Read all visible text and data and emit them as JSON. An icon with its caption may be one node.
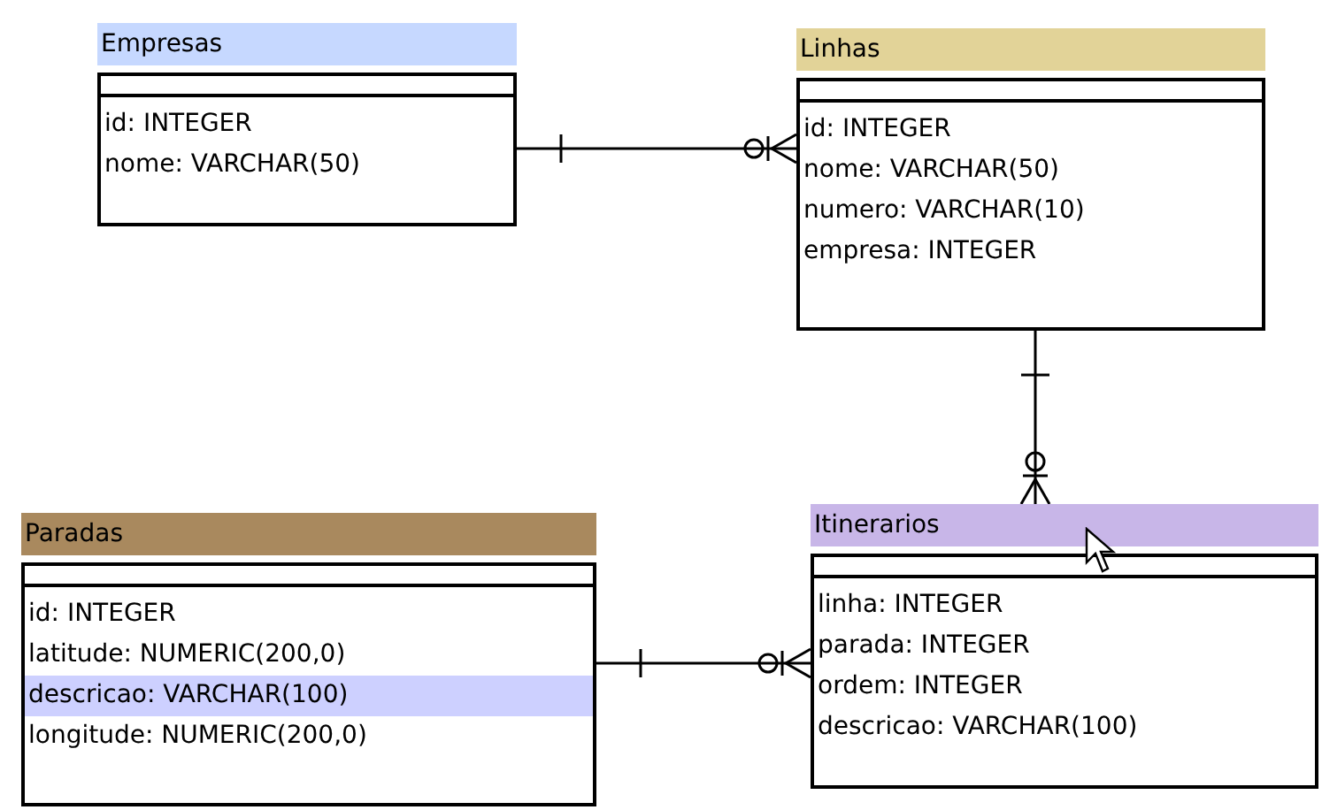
{
  "diagram": {
    "nodes": [
      {
        "text": [
          "Empresas",
          "id: INTEGER",
          "nome: VARCHAR(50)"
        ]
      },
      {
        "text": [
          "Linhas",
          "id: INTEGER",
          "nome: VARCHAR(50)",
          "numero: VARCHAR(10)",
          "empresa: INTEGER"
        ]
      },
      {
        "text": [
          "Paradas",
          "id: INTEGER",
          "latitude: NUMERIC(200,0)",
          "descricao: VARCHAR(100)",
          "longitude: NUMERIC(200,0)"
        ]
      },
      {
        "text": [
          "Itinerarios",
          "linha: INTEGER",
          "parada: INTEGER",
          "ordem: INTEGER",
          "descricao: VARCHAR(100)"
        ]
      }
    ],
    "edges": [
      {
        "from": 0,
        "to": 1,
        "arrow": "other"
      },
      {
        "from": 1,
        "to": 3,
        "arrow": "other"
      },
      {
        "from": 2,
        "to": 3,
        "arrow": "other"
      }
    ]
  }
}
